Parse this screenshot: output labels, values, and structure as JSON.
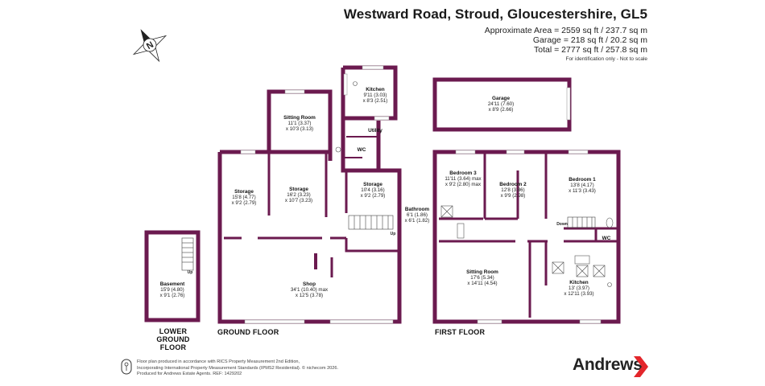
{
  "header": {
    "title": "Westward Road, Stroud, Gloucestershire, GL5",
    "approx_area": "Approximate Area = 2559 sq ft / 237.7 sq m",
    "garage_area": "Garage = 218 sq ft / 20.2 sq m",
    "total_area": "Total = 2777 sq ft / 257.8 sq m",
    "note": "For identification only - Not to scale"
  },
  "floors": {
    "lower_ground": "LOWER GROUND FLOOR",
    "ground": "GROUND FLOOR",
    "first": "FIRST FLOOR"
  },
  "rooms": {
    "basement": {
      "name": "Basement",
      "dim1": "15'9 (4.80)",
      "dim2": "x 9'1 (2.76)"
    },
    "storage1": {
      "name": "Storage",
      "dim1": "15'8 (4.77)",
      "dim2": "x 9'2 (2.79)"
    },
    "storage2": {
      "name": "Storage",
      "dim1": "16'2 (3.23)",
      "dim2": "x 10'7 (3.23)"
    },
    "storage3": {
      "name": "Storage",
      "dim1": "10'4 (3.16)",
      "dim2": "x 9'2 (2.79)"
    },
    "sitting_gf": {
      "name": "Sitting Room",
      "dim1": "11'1 (3.37)",
      "dim2": "x 10'3 (3.13)"
    },
    "kitchen_gf": {
      "name": "Kitchen",
      "dim1": "9'11 (3.03)",
      "dim2": "x 8'3 (2.51)"
    },
    "utility": {
      "name": "Utility"
    },
    "wc_gf": {
      "name": "WC"
    },
    "shop": {
      "name": "Shop",
      "dim1": "34'1 (10.40) max",
      "dim2": "x 12'5 (3.78)"
    },
    "bathroom": {
      "name": "Bathroom",
      "dim1": "6'1 (1.86)",
      "dim2": "x 6'1 (1.82)"
    },
    "garage": {
      "name": "Garage",
      "dim1": "24'11 (7.60)",
      "dim2": "x 8'9 (2.66)"
    },
    "bedroom3": {
      "name": "Bedroom 3",
      "dim1": "11'11 (3.64) max",
      "dim2": "x 9'2 (2.80) max"
    },
    "bedroom2": {
      "name": "Bedroom 2",
      "dim1": "12'8 (3.86)",
      "dim2": "x 9'9 (2.98)"
    },
    "bedroom1": {
      "name": "Bedroom 1",
      "dim1": "13'8 (4.17)",
      "dim2": "x 11'3 (3.43)"
    },
    "sitting_ff": {
      "name": "Sitting Room",
      "dim1": "17'6 (5.34)",
      "dim2": "x 14'11 (4.54)"
    },
    "kitchen_ff": {
      "name": "Kitchen",
      "dim1": "13' (3.97)",
      "dim2": "x 12'11 (3.93)"
    },
    "wc_ff": {
      "name": "WC"
    }
  },
  "stair_labels": {
    "up_lgf": "Up",
    "up_gf": "Up",
    "down_ff": "Down"
  },
  "compass": {
    "letter": "N"
  },
  "footer": {
    "line1": "Floor plan produced in accordance with RICS Property Measurement 2nd Edition,",
    "line2": "Incorporating International Property Measurement Standards (IPMS2 Residential).  © nichecom 2026.",
    "line3": "Produced for Andrews Estate Agents.   REF:  1429202"
  },
  "brand": {
    "name": "Andrews",
    "accent_color": "#e3262b"
  },
  "colors": {
    "wall": "#6b1a4f",
    "window": "#ffffff"
  }
}
